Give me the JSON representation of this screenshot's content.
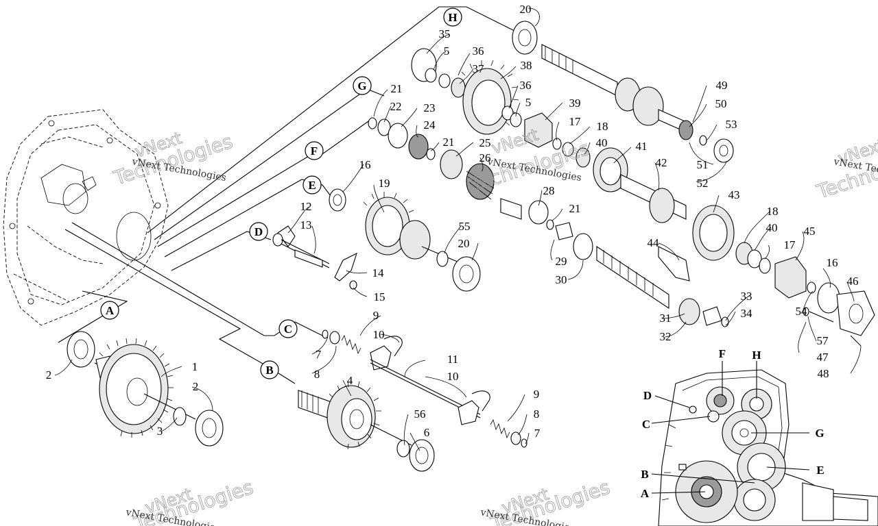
{
  "part_numbers": [
    "1",
    "2",
    "2",
    "3",
    "4",
    "5",
    "5",
    "6",
    "7",
    "7",
    "8",
    "8",
    "9",
    "9",
    "10",
    "10",
    "11",
    "12",
    "13",
    "14",
    "15",
    "16",
    "16",
    "17",
    "17",
    "18",
    "18",
    "19",
    "20",
    "20",
    "21",
    "21",
    "21",
    "22",
    "23",
    "24",
    "25",
    "26",
    "28",
    "29",
    "30",
    "31",
    "32",
    "33",
    "34",
    "35",
    "36",
    "36",
    "37",
    "38",
    "39",
    "40",
    "40",
    "41",
    "42",
    "43",
    "44",
    "45",
    "46",
    "47",
    "48",
    "49",
    "50",
    "51",
    "52",
    "53",
    "54",
    "55",
    "56",
    "57"
  ],
  "shaft_letters": [
    "A",
    "B",
    "C",
    "D",
    "E",
    "F",
    "G",
    "H"
  ],
  "inset_letters": [
    "A",
    "B",
    "C",
    "D",
    "E",
    "F",
    "G",
    "H"
  ],
  "watermark": {
    "brand": "vNext",
    "line1": "vNext Technologies",
    "line2": "Technologies"
  }
}
